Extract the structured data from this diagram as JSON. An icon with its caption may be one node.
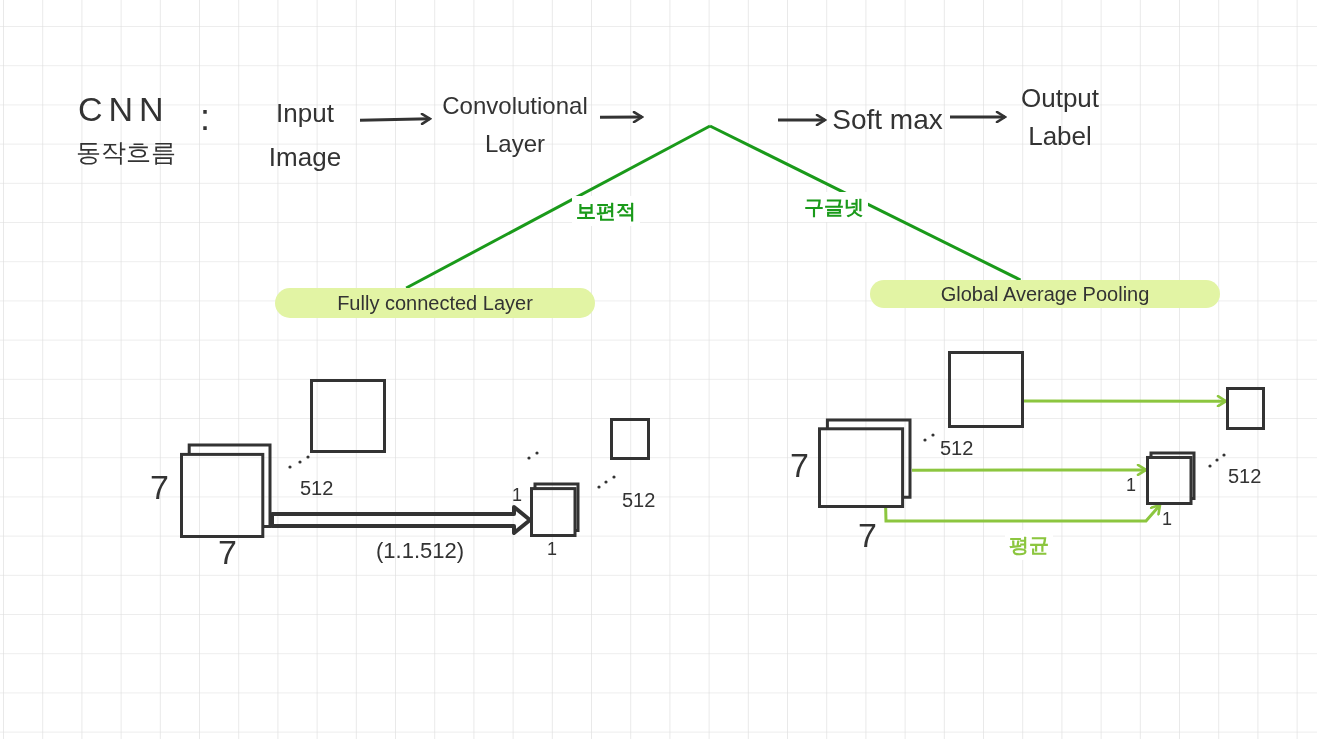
{
  "diagram": {
    "nodes": [
      {
        "text": [
          "Input Image"
        ]
      },
      {
        "text": [
          "Convolutional Layer"
        ]
      },
      {
        "text": [
          "Soft max"
        ]
      },
      {
        "text": [
          "Output Label"
        ]
      },
      {
        "text": [
          "Fully connected Layer"
        ]
      },
      {
        "text": [
          "Global Average Pooling"
        ]
      },
      {
        "text": [],
        "shape": "box"
      },
      {
        "text": [],
        "shape": "box"
      },
      {
        "text": [],
        "shape": "box"
      },
      {
        "text": [],
        "shape": "box"
      },
      {
        "text": [],
        "shape": "box"
      },
      {
        "text": [],
        "shape": "box"
      },
      {
        "text": [],
        "shape": "box"
      },
      {
        "text": [],
        "shape": "box"
      }
    ],
    "edges": [
      {
        "from": 0,
        "to": 1,
        "arrow": "to"
      },
      {
        "from": 1,
        "to": null,
        "arrow": "to"
      },
      {
        "from": null,
        "to": 2,
        "arrow": "to"
      },
      {
        "from": 2,
        "to": 3,
        "arrow": "to"
      },
      {
        "from": null,
        "to": 4,
        "arrow": "none",
        "label": "보편적",
        "color": "#1a9a1a"
      },
      {
        "from": null,
        "to": 5,
        "arrow": "none",
        "label": "구글넷",
        "color": "#1a9a1a"
      },
      {
        "from": 6,
        "to": 8,
        "arrow": "to",
        "style": "thick"
      },
      {
        "from": 11,
        "to": 13,
        "arrow": "to",
        "color": "#8cc63f"
      },
      {
        "from": 10,
        "to": 12,
        "arrow": "to",
        "color": "#8cc63f"
      },
      {
        "from": 10,
        "to": 12,
        "arrow": "to",
        "label": "평균",
        "color": "#8cc63f"
      }
    ],
    "labels": [
      "CNN",
      "동작흐름",
      ":",
      "7",
      "7",
      "512",
      "(1.1.512)",
      "1",
      "1",
      "512",
      "7",
      "7",
      "512",
      "1",
      "1",
      "512"
    ]
  }
}
